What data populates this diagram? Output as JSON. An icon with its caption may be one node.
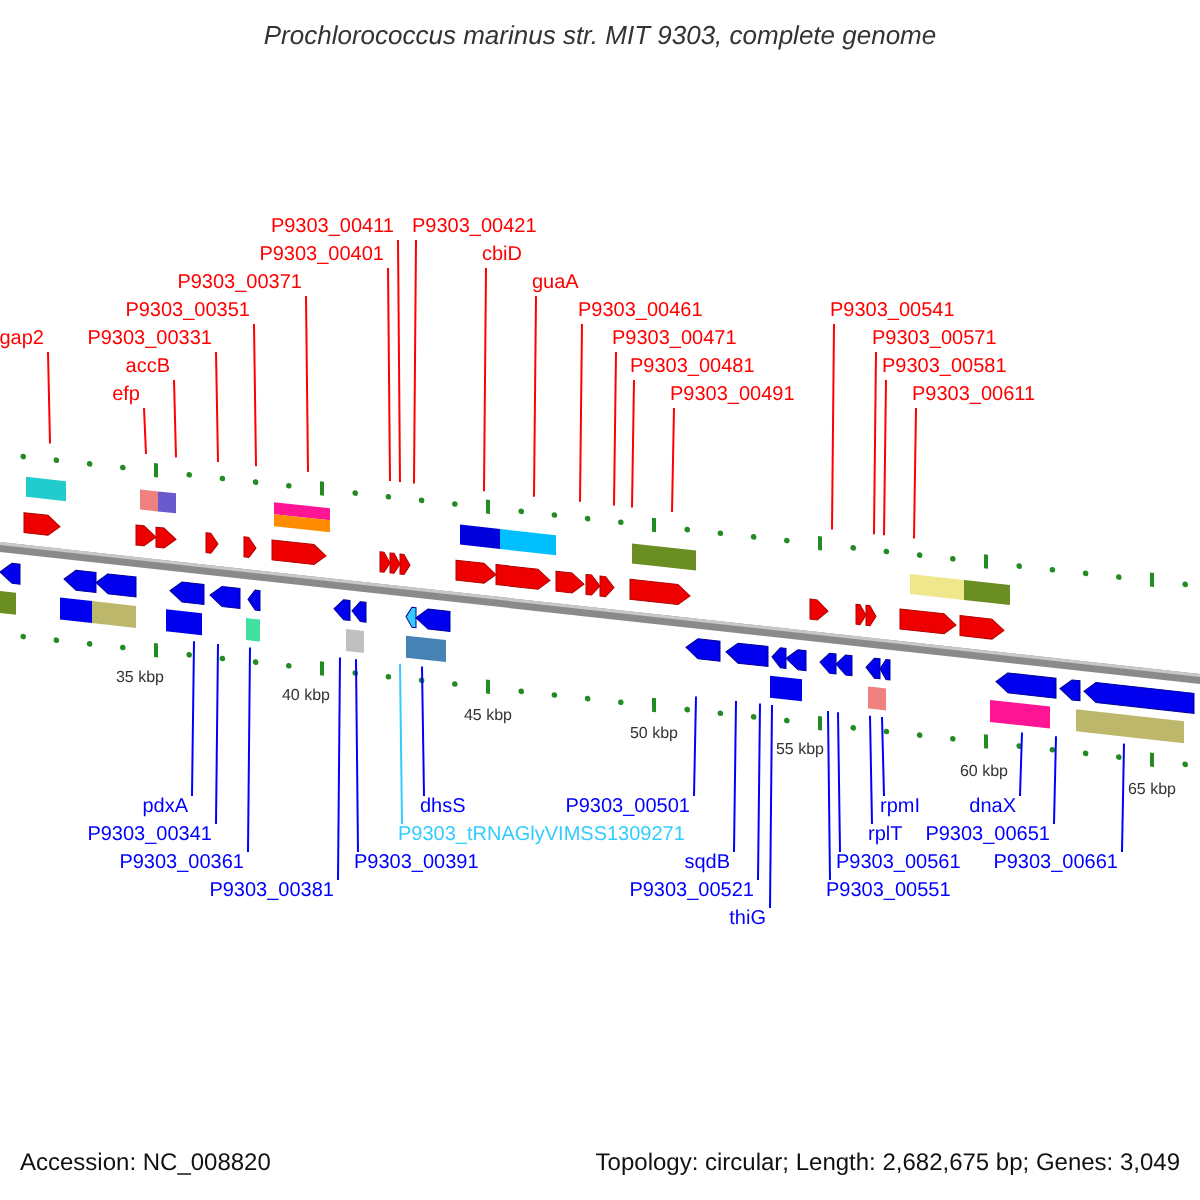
{
  "diagram": {
    "title": "Prochlorococcus marinus str. MIT 9303, complete genome",
    "nodes": [
      {
        "text": [
          "gap2"
        ]
      },
      {
        "text": [
          "efp"
        ]
      },
      {
        "text": [
          "accB"
        ]
      },
      {
        "text": [
          "P9303_00331"
        ]
      },
      {
        "text": [
          "P9303_00351"
        ]
      },
      {
        "text": [
          "P9303_00371"
        ]
      },
      {
        "text": [
          "P9303_00401"
        ]
      },
      {
        "text": [
          "P9303_00411"
        ]
      },
      {
        "text": [
          "P9303_00421"
        ]
      },
      {
        "text": [
          "cbiD"
        ]
      },
      {
        "text": [
          "guaA"
        ]
      },
      {
        "text": [
          "P9303_00461"
        ]
      },
      {
        "text": [
          "P9303_00471"
        ]
      },
      {
        "text": [
          "P9303_00481"
        ]
      },
      {
        "text": [
          "P9303_00491"
        ]
      },
      {
        "text": [
          "P9303_00541"
        ]
      },
      {
        "text": [
          "P9303_00571"
        ]
      },
      {
        "text": [
          "P9303_00581"
        ]
      },
      {
        "text": [
          "P9303_00611"
        ]
      },
      {
        "text": [
          "pdxA"
        ]
      },
      {
        "text": [
          "P9303_00341"
        ]
      },
      {
        "text": [
          "P9303_00361"
        ]
      },
      {
        "text": [
          "P9303_00381"
        ]
      },
      {
        "text": [
          "P9303_00391"
        ]
      },
      {
        "text": [
          "P9303_tRNAGlyVIMSS1309271"
        ]
      },
      {
        "text": [
          "dhsS"
        ]
      },
      {
        "text": [
          "P9303_00501"
        ]
      },
      {
        "text": [
          "sqdB"
        ]
      },
      {
        "text": [
          "P9303_00521"
        ]
      },
      {
        "text": [
          "thiG"
        ]
      },
      {
        "text": [
          "P9303_00551"
        ]
      },
      {
        "text": [
          "P9303_00561"
        ]
      },
      {
        "text": [
          "rplT"
        ]
      },
      {
        "text": [
          "rpmI"
        ]
      },
      {
        "text": [
          "dnaX"
        ]
      },
      {
        "text": [
          "P9303_00651"
        ]
      },
      {
        "text": [
          "P9303_00661"
        ]
      }
    ],
    "edges": [
      {
        "from": 0,
        "to": null,
        "arrow": "none"
      },
      {
        "from": 1,
        "to": null,
        "arrow": "none"
      },
      {
        "from": 2,
        "to": null,
        "arrow": "none"
      },
      {
        "from": 3,
        "to": null,
        "arrow": "none"
      },
      {
        "from": 4,
        "to": null,
        "arrow": "none"
      },
      {
        "from": 5,
        "to": null,
        "arrow": "none"
      },
      {
        "from": 6,
        "to": null,
        "arrow": "none"
      },
      {
        "from": 7,
        "to": null,
        "arrow": "none"
      },
      {
        "from": 8,
        "to": null,
        "arrow": "none"
      },
      {
        "from": 9,
        "to": null,
        "arrow": "none"
      },
      {
        "from": 10,
        "to": null,
        "arrow": "none"
      },
      {
        "from": 11,
        "to": null,
        "arrow": "none"
      },
      {
        "from": 12,
        "to": null,
        "arrow": "none"
      },
      {
        "from": 13,
        "to": null,
        "arrow": "none"
      },
      {
        "from": 14,
        "to": null,
        "arrow": "none"
      },
      {
        "from": 15,
        "to": null,
        "arrow": "none"
      },
      {
        "from": 16,
        "to": null,
        "arrow": "none"
      },
      {
        "from": 17,
        "to": null,
        "arrow": "none"
      },
      {
        "from": 18,
        "to": null,
        "arrow": "none"
      },
      {
        "from": 19,
        "to": null,
        "arrow": "none",
        "color": "#0000ff"
      },
      {
        "from": 20,
        "to": null,
        "arrow": "none",
        "color": "#0000ff"
      },
      {
        "from": 21,
        "to": null,
        "arrow": "none",
        "color": "#0000ff"
      },
      {
        "from": 22,
        "to": null,
        "arrow": "none",
        "color": "#0000ff"
      },
      {
        "from": 23,
        "to": null,
        "arrow": "none",
        "color": "#0000ff"
      },
      {
        "from": 24,
        "to": null,
        "arrow": "none",
        "color": "#33ccff"
      },
      {
        "from": 25,
        "to": null,
        "arrow": "none",
        "color": "#0000ff"
      },
      {
        "from": 26,
        "to": null,
        "arrow": "none",
        "color": "#0000ff"
      },
      {
        "from": 27,
        "to": null,
        "arrow": "none",
        "color": "#0000ff"
      },
      {
        "from": 28,
        "to": null,
        "arrow": "none",
        "color": "#0000ff"
      },
      {
        "from": 29,
        "to": null,
        "arrow": "none",
        "color": "#0000ff"
      },
      {
        "from": 30,
        "to": null,
        "arrow": "none",
        "color": "#0000ff"
      },
      {
        "from": 31,
        "to": null,
        "arrow": "none",
        "color": "#0000ff"
      },
      {
        "from": 32,
        "to": null,
        "arrow": "none",
        "color": "#0000ff"
      },
      {
        "from": 33,
        "to": null,
        "arrow": "none",
        "color": "#0000ff"
      },
      {
        "from": 34,
        "to": null,
        "arrow": "none",
        "color": "#0000ff"
      },
      {
        "from": 35,
        "to": null,
        "arrow": "none",
        "color": "#0000ff"
      },
      {
        "from": 36,
        "to": null,
        "arrow": "none",
        "color": "#0000ff"
      }
    ],
    "labels": [
      "35 kbp",
      "40 kbp",
      "45 kbp",
      "50 kbp",
      "55 kbp",
      "60 kbp",
      "65 kbp",
      "Accession: NC_008820",
      "Topology: circular; Length: 2,682,675 bp; Genes: 3,049"
    ]
  }
}
